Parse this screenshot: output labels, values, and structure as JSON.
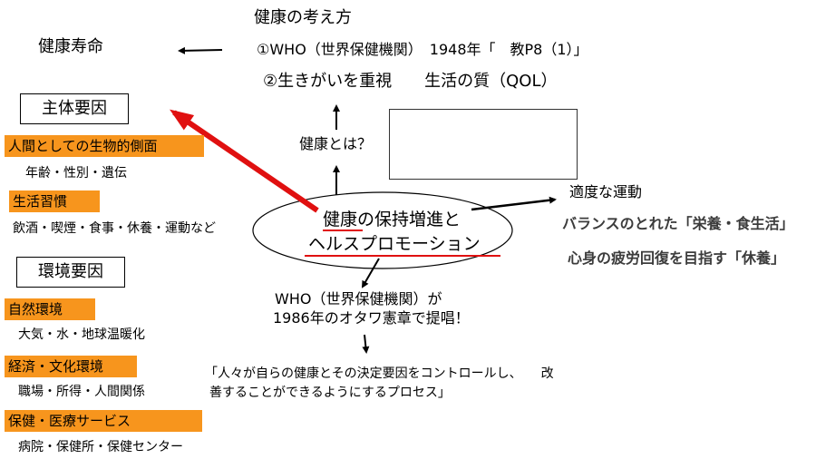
{
  "concept_title": "健康の考え方",
  "healthy_life_expectancy": "健康寿命",
  "who_definition": "①WHO（世界保健機関）　1948年「　教P8（1）」",
  "meaning_of_life": "②生きがいを重視　　生活の質（QOL）",
  "what_is_health": "健康とは？",
  "center": {
    "line1": "健康の保持増進と",
    "line2": "ヘルスプロモーション"
  },
  "subject_factors": {
    "title": "主体要因",
    "biological": "人間としての生物的側面",
    "biological_detail": "年齢・性別・遺伝",
    "lifestyle": "生活習慣",
    "lifestyle_detail": "飲酒・喫煙・食事・休養・運動など"
  },
  "environment_factors": {
    "title": "環境要因",
    "natural": "自然環境",
    "natural_detail": "大気・水・地球温暖化",
    "economy": "経済・文化環境",
    "economy_detail": "職場・所得・人間関係",
    "health_service": "保健・医療サービス",
    "health_service_detail": "病院・保健所・保健センター"
  },
  "right_items": {
    "exercise": "適度な運動",
    "nutrition": "バランスのとれた「栄養・食生活」",
    "rest": "心身の疲労回復を目指す「休養」"
  },
  "ottawa": {
    "line1": "WHO（世界保健機関）が",
    "line2": "1986年のオタワ憲章で提唱！"
  },
  "quote": {
    "line1": "「人々が自らの健康とその決定要因をコントロールし、　　改",
    "line2": "善することができるようにするプロセス」"
  },
  "colors": {
    "orange": "#f7951d",
    "red_arrow": "#e01010",
    "underline": "#e01010"
  }
}
